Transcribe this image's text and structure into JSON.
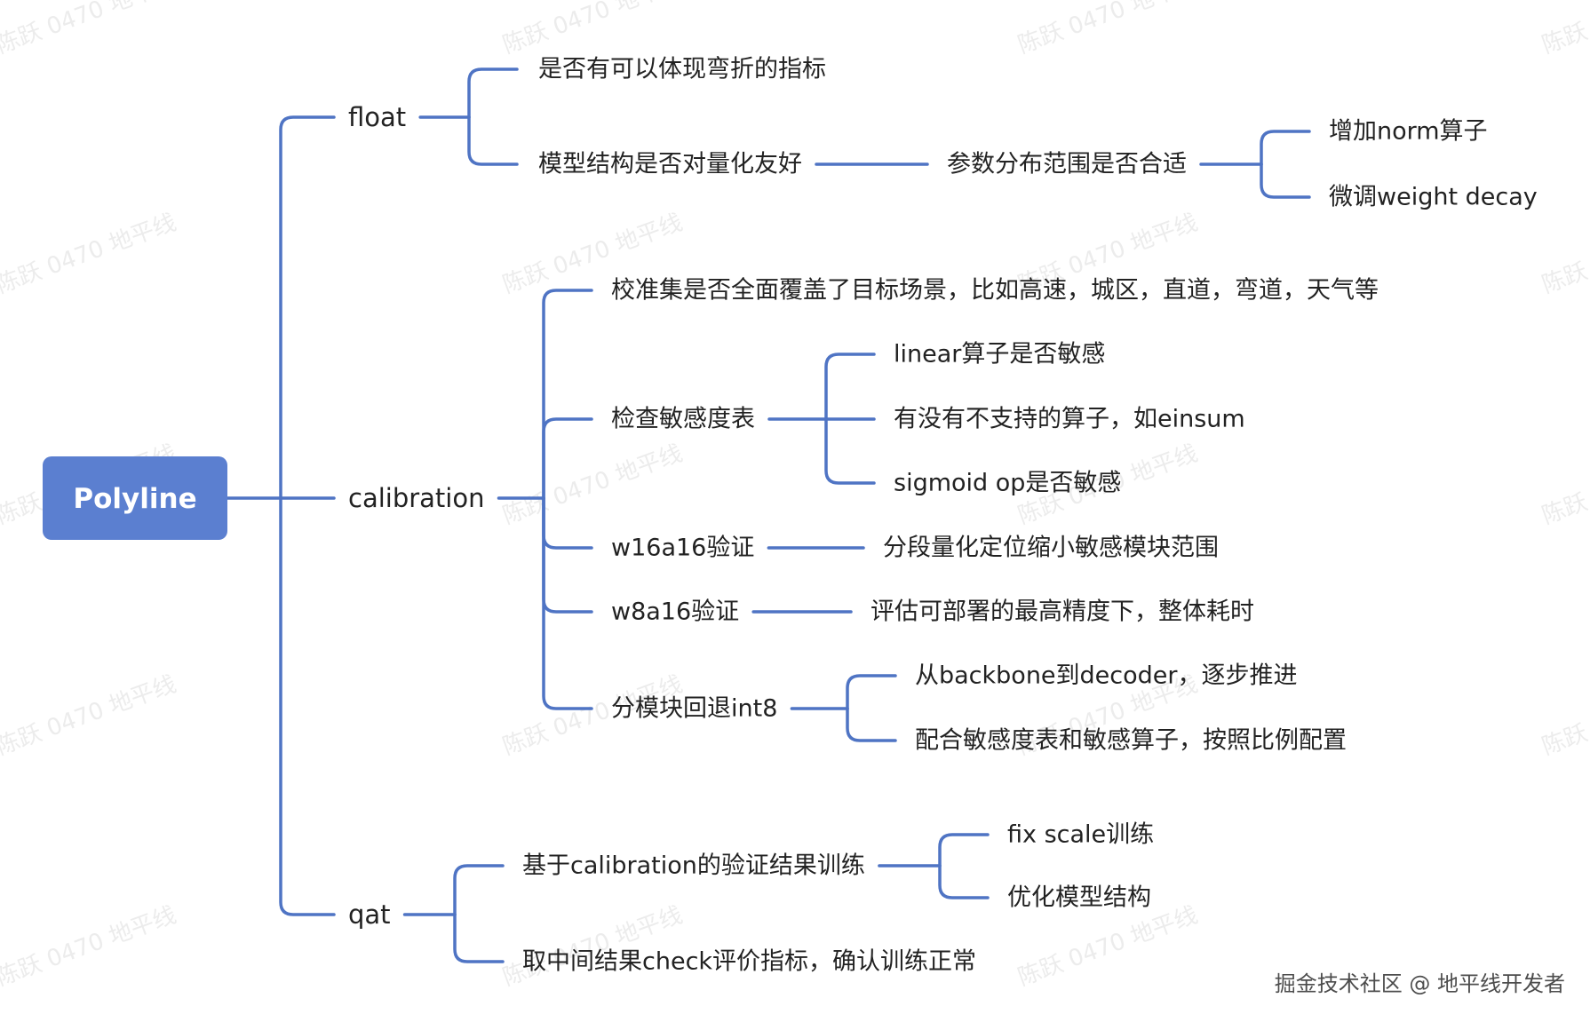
{
  "colors": {
    "line": "#4f74c4",
    "root_fill": "#5b7fd0",
    "root_text": "#ffffff",
    "text": "#222222"
  },
  "root": {
    "label": "Polyline"
  },
  "branches": [
    {
      "label": "float",
      "children": [
        {
          "label": "是否有可以体现弯折的指标"
        },
        {
          "label": "模型结构是否对量化友好",
          "children": [
            {
              "label": "参数分布范围是否合适",
              "children": [
                {
                  "label": "增加norm算子"
                },
                {
                  "label": "微调weight decay"
                }
              ]
            }
          ]
        }
      ]
    },
    {
      "label": "calibration",
      "children": [
        {
          "label": "校准集是否全面覆盖了目标场景，比如高速，城区，直道，弯道，天气等"
        },
        {
          "label": "检查敏感度表",
          "children": [
            {
              "label": "linear算子是否敏感"
            },
            {
              "label": "有没有不支持的算子，如einsum"
            },
            {
              "label": "sigmoid op是否敏感"
            }
          ]
        },
        {
          "label": "w16a16验证",
          "children": [
            {
              "label": "分段量化定位缩小敏感模块范围"
            }
          ]
        },
        {
          "label": "w8a16验证",
          "children": [
            {
              "label": "评估可部署的最高精度下，整体耗时"
            }
          ]
        },
        {
          "label": "分模块回退int8",
          "children": [
            {
              "label": "从backbone到decoder，逐步推进"
            },
            {
              "label": "配合敏感度表和敏感算子，按照比例配置"
            }
          ]
        }
      ]
    },
    {
      "label": "qat",
      "children": [
        {
          "label": "基于calibration的验证结果训练",
          "children": [
            {
              "label": "fix scale训练"
            },
            {
              "label": "优化模型结构"
            }
          ]
        },
        {
          "label": "取中间结果check评价指标，确认训练正常"
        }
      ]
    }
  ],
  "watermark": {
    "text": "陈跃 0470 地平线"
  },
  "footer": {
    "text": "掘金技术社区 @ 地平线开发者"
  }
}
